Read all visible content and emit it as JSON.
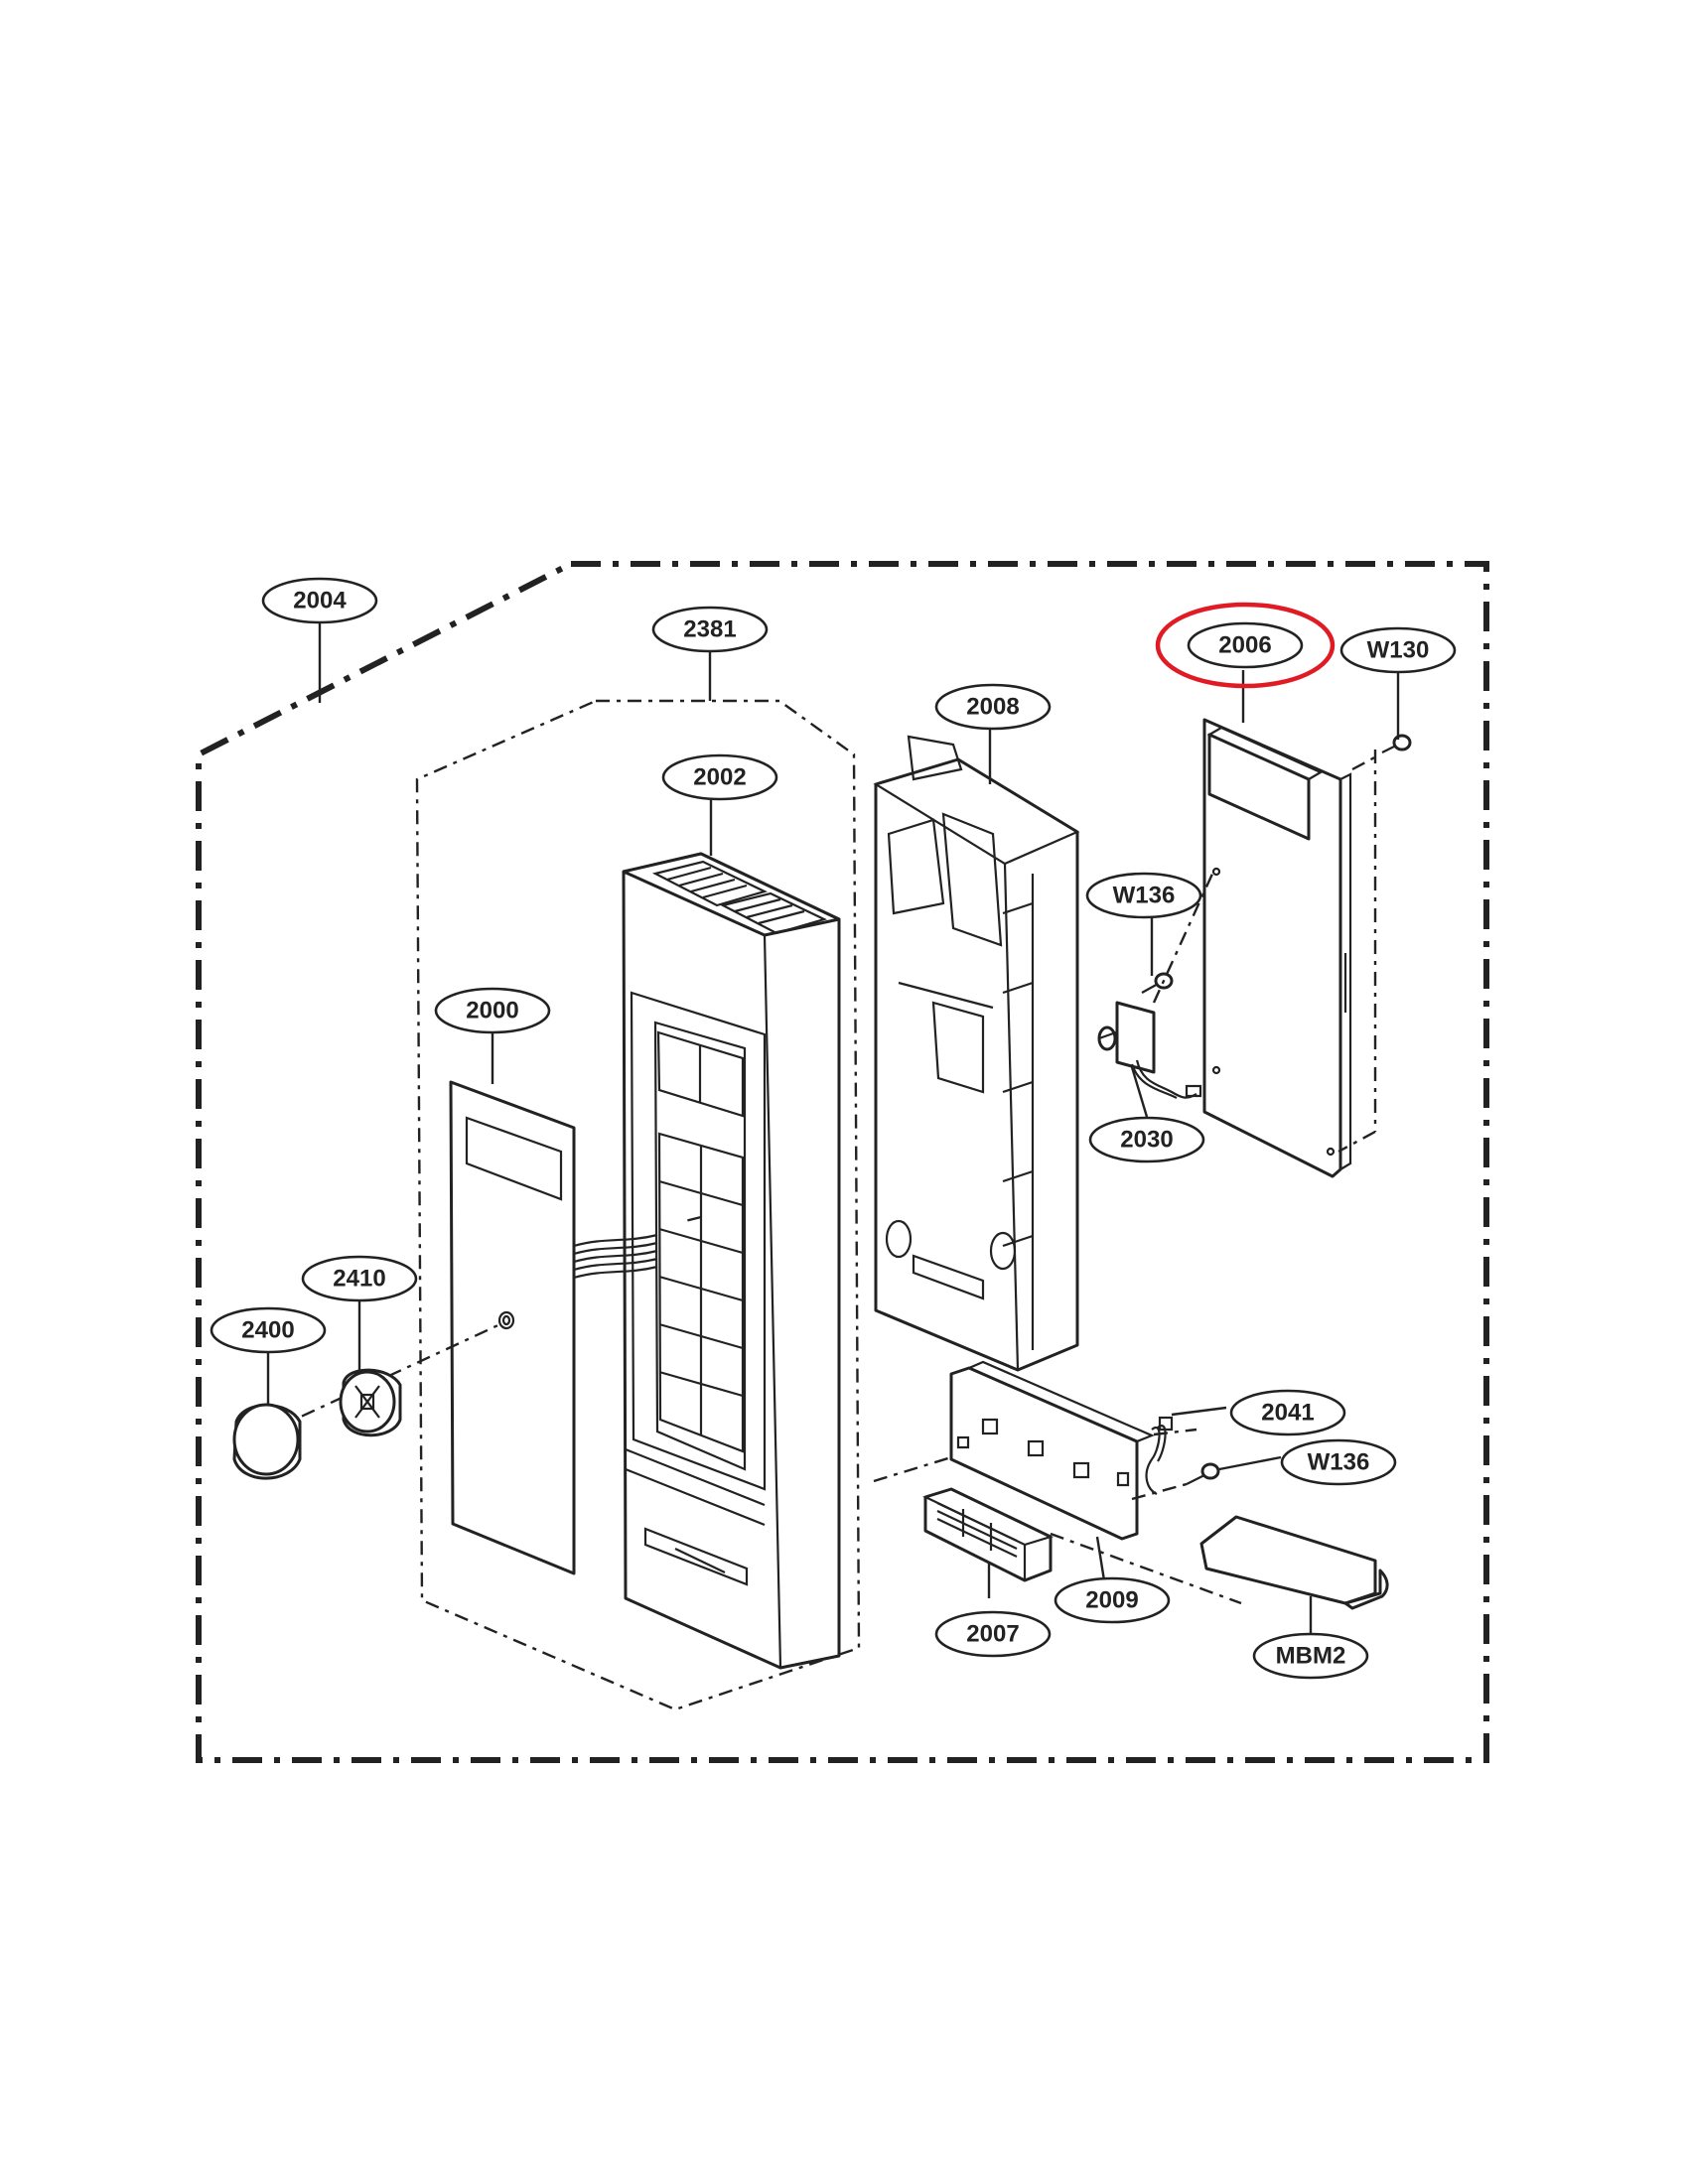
{
  "callouts": {
    "c2004": "2004",
    "c2381": "2381",
    "c2002": "2002",
    "c2008": "2008",
    "c2006": "2006",
    "cW130": "W130",
    "cW136a": "W136",
    "c2000": "2000",
    "c2030": "2030",
    "c2410": "2410",
    "c2400": "2400",
    "c2041": "2041",
    "cW136b": "W136",
    "c2009": "2009",
    "c2007": "2007",
    "cMBM2": "MBM2"
  },
  "highlighted_callout": "2006",
  "colors": {
    "line": "#222222",
    "highlight": "#e01b24",
    "background": "#ffffff"
  }
}
